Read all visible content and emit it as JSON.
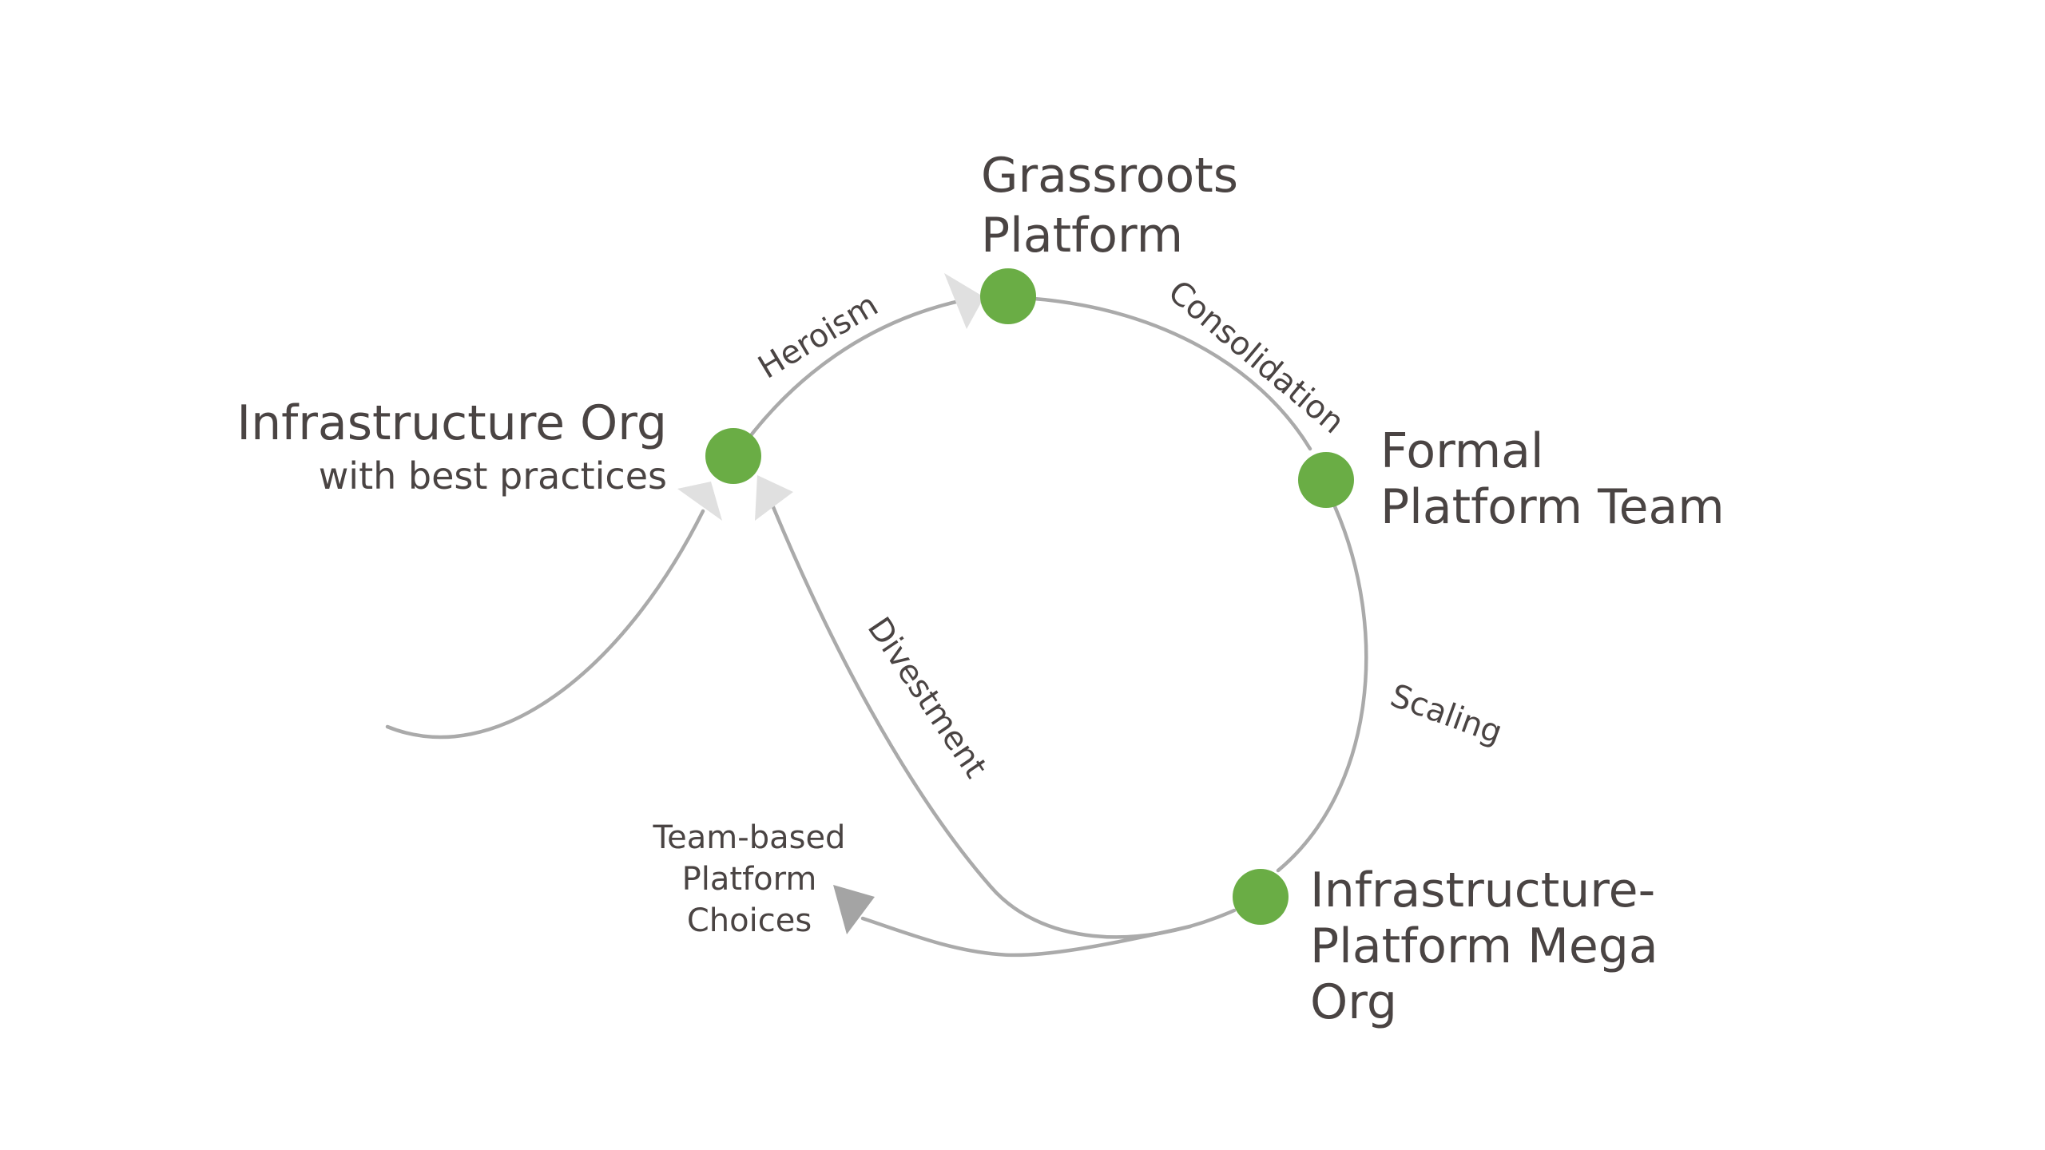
{
  "colors": {
    "node": "#6aad45",
    "curve": "#aaaaaa",
    "text": "#4a4443",
    "arrow_light": "#e0e0e0",
    "arrow_dark": "#a4a4a4",
    "background": "#ffffff"
  },
  "stages": {
    "grassroots": {
      "line1": "Grassroots",
      "line2": "Platform"
    },
    "formal": {
      "line1": "Formal",
      "line2": "Platform Team"
    },
    "infra_org": {
      "title": "Infrastructure Org",
      "subtitle": "with best practices"
    },
    "mega_org": {
      "line1": "Infrastructure-",
      "line2": "Platform Mega",
      "line3": "Org"
    }
  },
  "transitions": {
    "heroism": "Heroism",
    "consolidation": "Consolidation",
    "scaling": "Scaling",
    "divestment": "Divestment"
  },
  "branch": {
    "line1": "Team-based",
    "line2": "Platform",
    "line3": "Choices"
  }
}
